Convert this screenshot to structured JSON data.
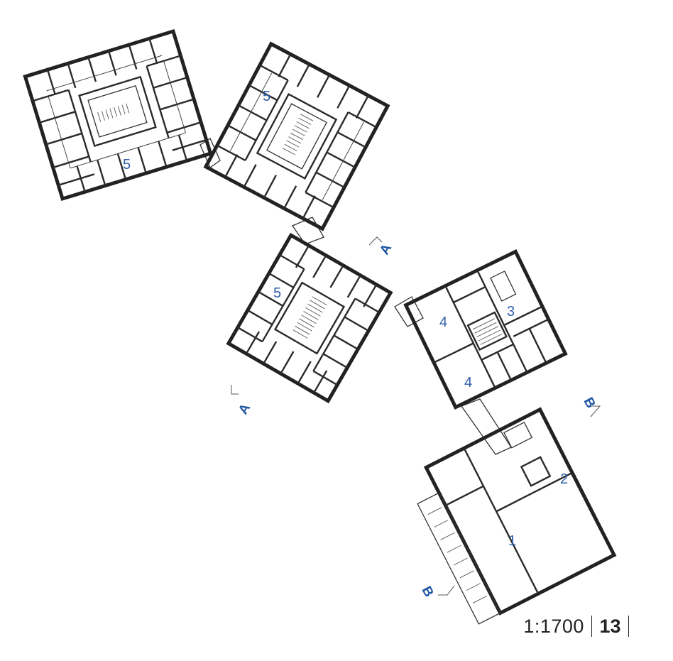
{
  "plan": {
    "room_numbers": {
      "building_nw": "5",
      "building_n": "5",
      "building_center": "5",
      "building_east_upper": "3",
      "building_east_left_top": "4",
      "building_east_left_bottom": "4",
      "building_se_hall": "1",
      "building_se_side": "2"
    },
    "section_markers": {
      "a_top": "A",
      "a_bottom": "A",
      "b_right": "B",
      "b_bottom": "B"
    }
  },
  "footer": {
    "scale": "1:1700",
    "page_number": "13"
  }
}
